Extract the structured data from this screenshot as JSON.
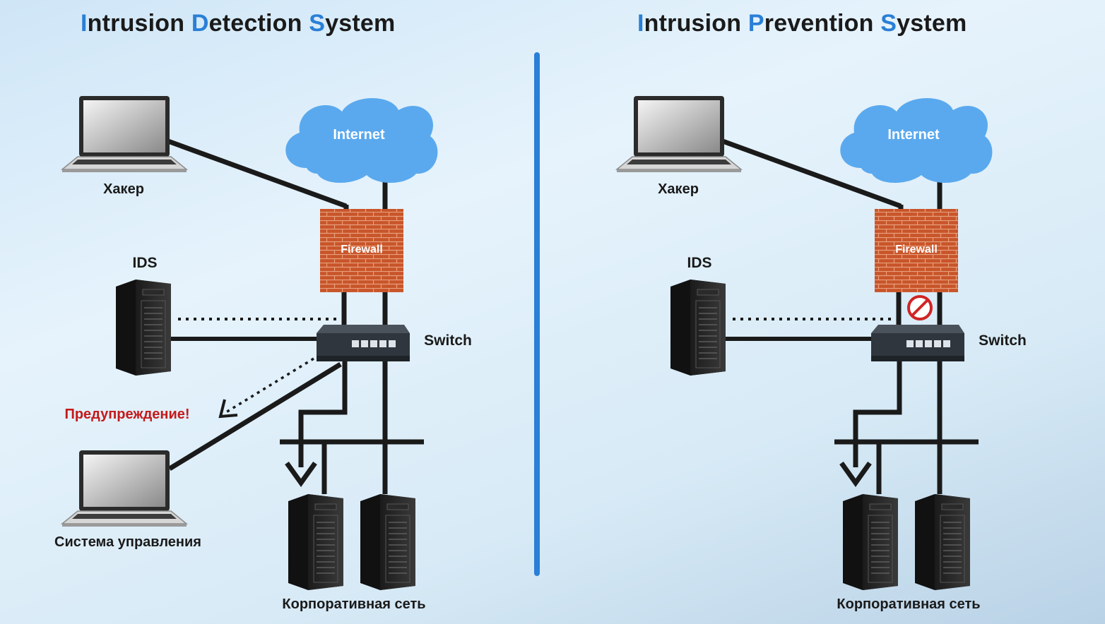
{
  "left_panel": {
    "title_parts": [
      {
        "cap": "I",
        "rest": "ntrusion "
      },
      {
        "cap": "D",
        "rest": "etection "
      },
      {
        "cap": "S",
        "rest": "ystem"
      }
    ],
    "internet": "Internet",
    "firewall": "Firewall",
    "hacker": "Хакер",
    "ids": "IDS",
    "switch": "Switch",
    "warning": "Предупреждение!",
    "management": "Система управления",
    "corporate": "Корпоративная сеть"
  },
  "right_panel": {
    "title_parts": [
      {
        "cap": "I",
        "rest": "ntrusion "
      },
      {
        "cap": "P",
        "rest": "revention "
      },
      {
        "cap": "S",
        "rest": "ystem"
      }
    ],
    "internet": "Internet",
    "firewall": "Firewall",
    "hacker": "Хакер",
    "ids": "IDS",
    "switch": "Switch",
    "corporate": "Корпоративная сеть"
  },
  "colors": {
    "accent": "#2a7fd6",
    "cloud": "#5aa9ee",
    "brick": "#c9552a",
    "warning": "#c41a1a",
    "divider": "#2a7fd6",
    "block": "#d02424"
  },
  "icons": [
    "laptop-icon",
    "cloud-icon",
    "firewall-icon",
    "server-icon",
    "switch-icon",
    "block-icon"
  ]
}
